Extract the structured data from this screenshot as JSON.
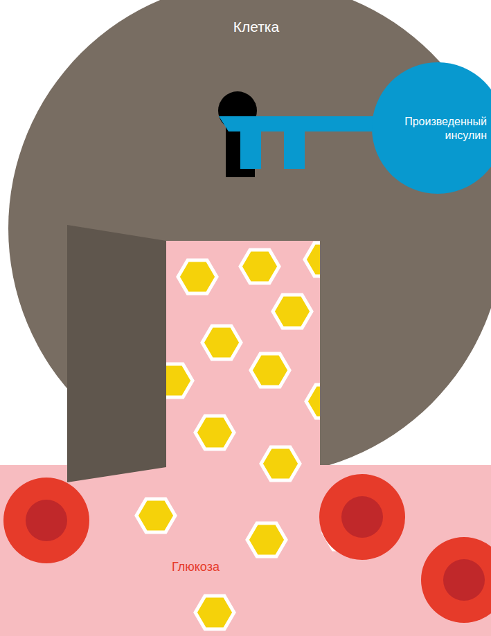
{
  "diagram": {
    "nodes": [
      {
        "text": [
          "Клетка"
        ]
      },
      {
        "text": [
          "Произведенный инсулин"
        ]
      },
      {
        "text": [
          "Глюкоза"
        ]
      }
    ]
  }
}
